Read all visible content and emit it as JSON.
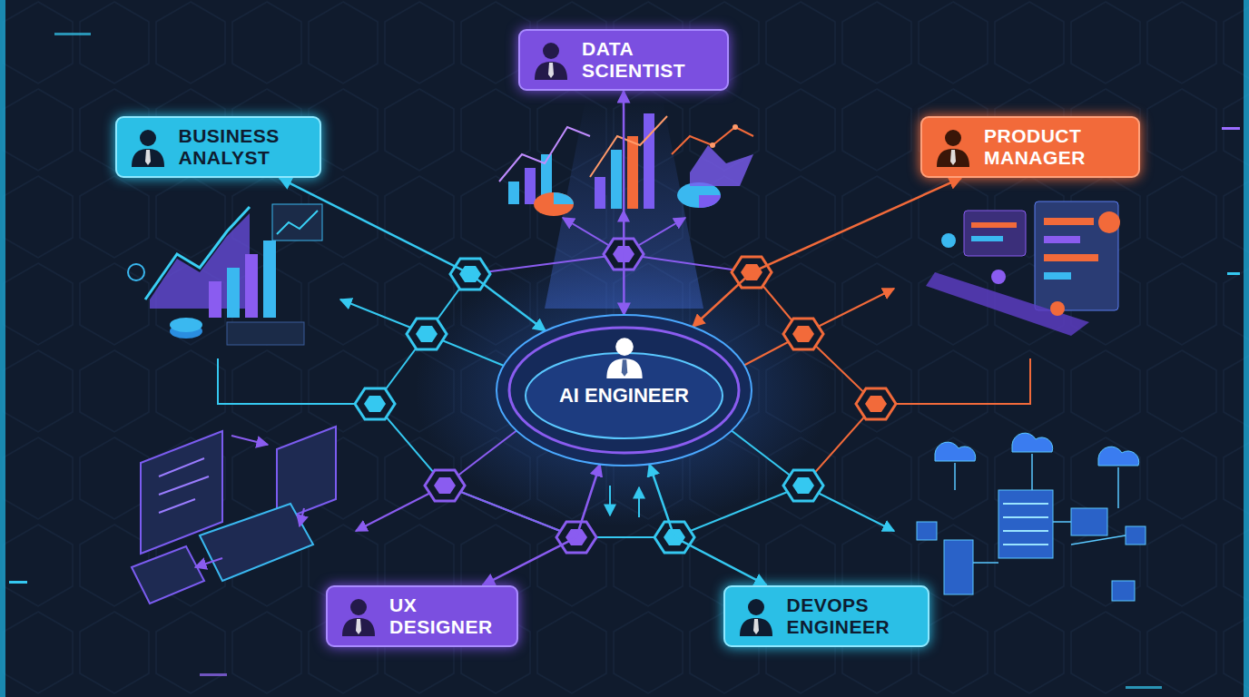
{
  "diagram": {
    "nodes": [
      {
        "text": [
          "DATA SCIENTIST"
        ]
      },
      {
        "text": [
          "BUSINESS ANALYST"
        ]
      },
      {
        "text": [
          "PRODUCT MANAGER"
        ]
      },
      {
        "text": [
          "AI ENGINEER"
        ]
      },
      {
        "text": [
          "UX DESIGNER"
        ]
      },
      {
        "text": [
          "DEVOPS ENGINEER"
        ]
      }
    ],
    "edges": [
      {
        "from": 0,
        "to": 3,
        "arrow": "both"
      },
      {
        "from": 1,
        "to": 3,
        "arrow": "both"
      },
      {
        "from": 2,
        "to": 3,
        "arrow": "both"
      },
      {
        "from": 4,
        "to": 3,
        "arrow": "both"
      },
      {
        "from": 5,
        "to": 3,
        "arrow": "both"
      }
    ]
  }
}
